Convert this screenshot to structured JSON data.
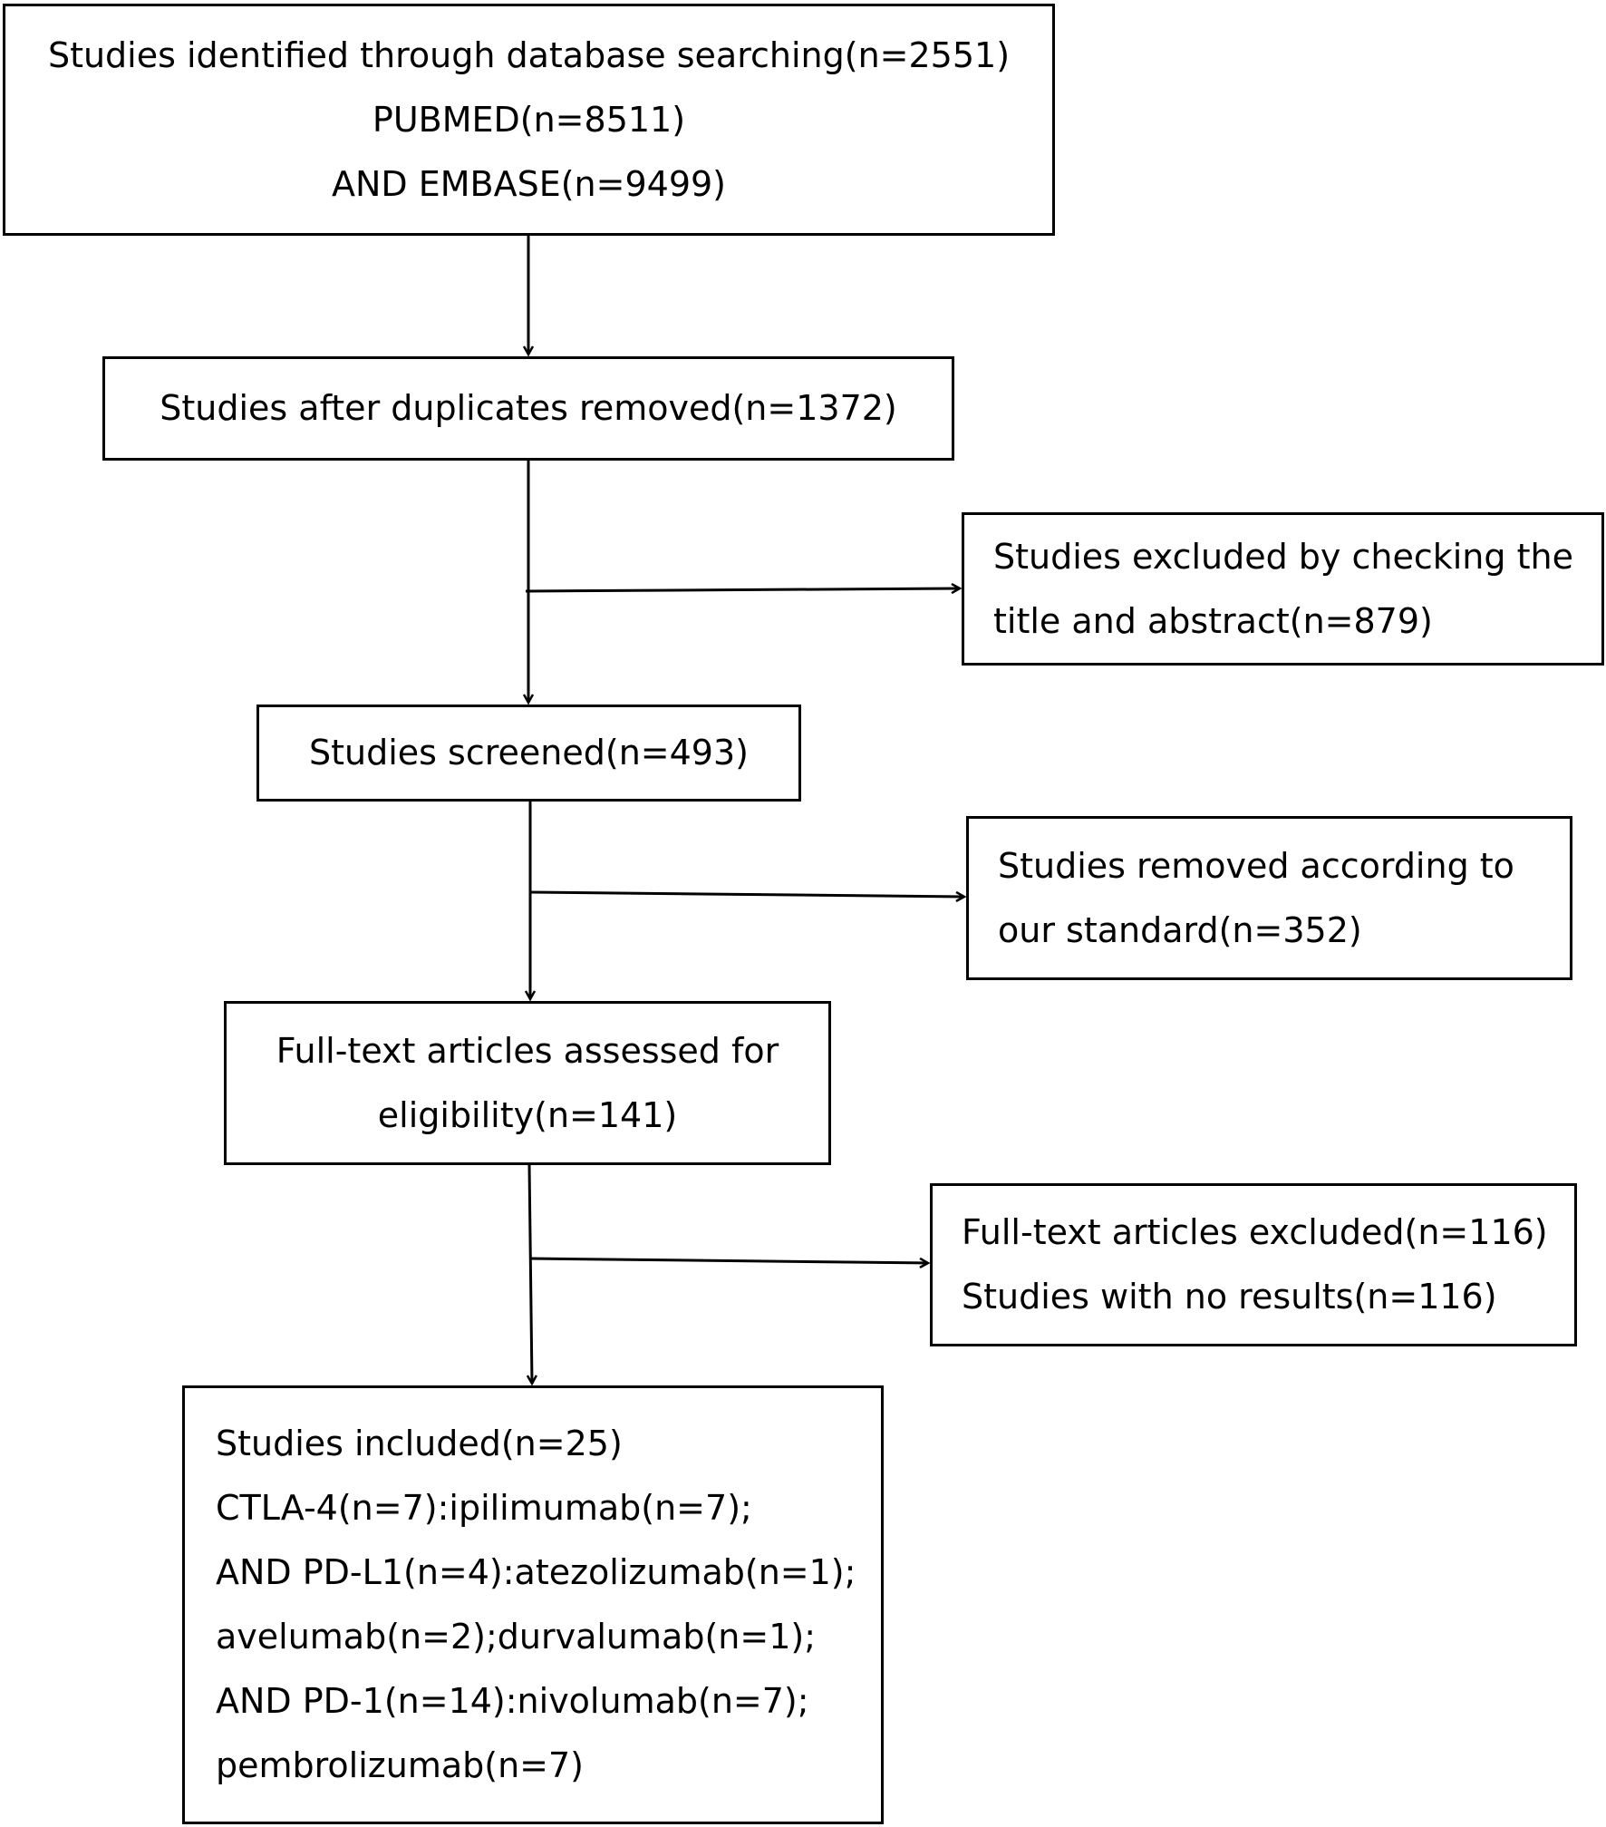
{
  "flowchart": {
    "identified": {
      "lines": [
        "Studies identified through database searching(n=2551)",
        "PUBMED(n=8511)",
        "AND EMBASE(n=9499)"
      ]
    },
    "duplicates_removed": {
      "lines": [
        "Studies after duplicates removed(n=1372)"
      ]
    },
    "excluded_title_abstract": {
      "lines": [
        "Studies excluded by checking the",
        "title and abstract(n=879)"
      ]
    },
    "screened": {
      "lines": [
        "Studies screened(n=493)"
      ]
    },
    "removed_standard": {
      "lines": [
        "Studies removed according to",
        "our standard(n=352)"
      ]
    },
    "fulltext_assessed": {
      "lines": [
        "Full-text articles assessed for",
        "eligibility(n=141)"
      ]
    },
    "fulltext_excluded": {
      "lines": [
        "Full-text articles excluded(n=116)",
        "Studies with no results(n=116)"
      ]
    },
    "included": {
      "lines": [
        "Studies included(n=25)",
        "CTLA-4(n=7):ipilimumab(n=7);",
        "AND PD-L1(n=4):atezolizumab(n=1);",
        "avelumab(n=2);durvalumab(n=1);",
        "AND PD-1(n=14):nivolumab(n=7);",
        "pembrolizumab(n=7)"
      ]
    }
  }
}
